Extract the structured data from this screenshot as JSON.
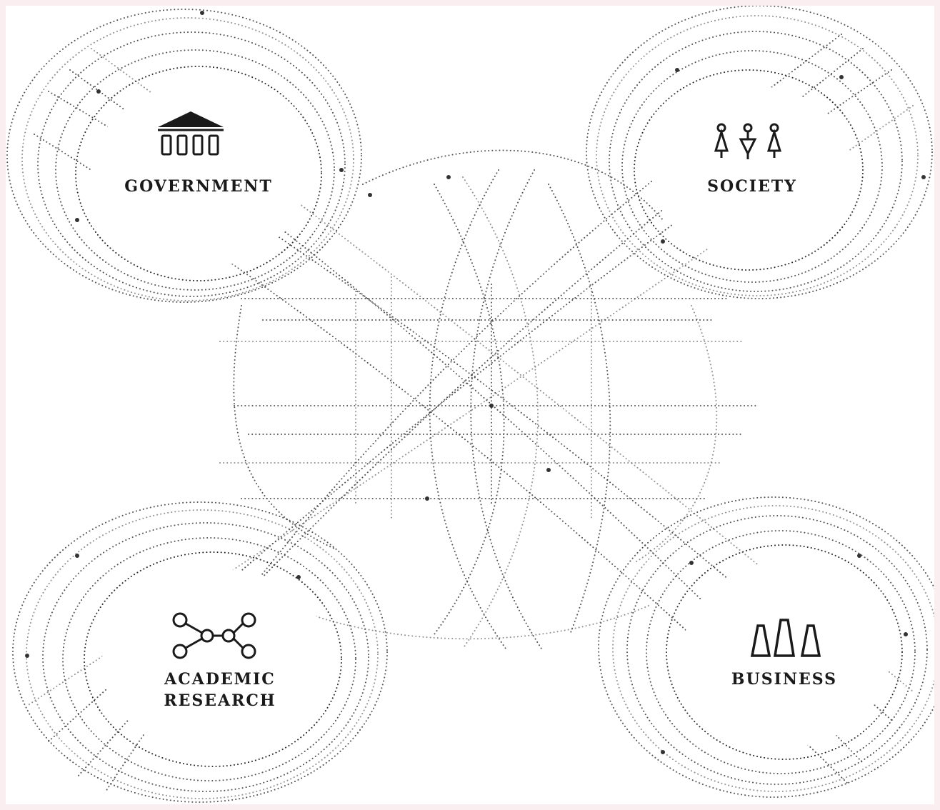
{
  "hubs": {
    "government": {
      "label": "GOVERNMENT",
      "icon": "building-columns-icon"
    },
    "society": {
      "label": "SOCIETY",
      "icon": "people-icon"
    },
    "academic": {
      "line1": "ACADEMIC",
      "line2": "RESEARCH",
      "icon": "network-nodes-icon"
    },
    "business": {
      "label": "BUSINESS",
      "icon": "bar-shapes-icon"
    }
  },
  "colors": {
    "page_border": "#fbeef1",
    "background": "#ffffff",
    "ink": "#1a1a1a"
  }
}
